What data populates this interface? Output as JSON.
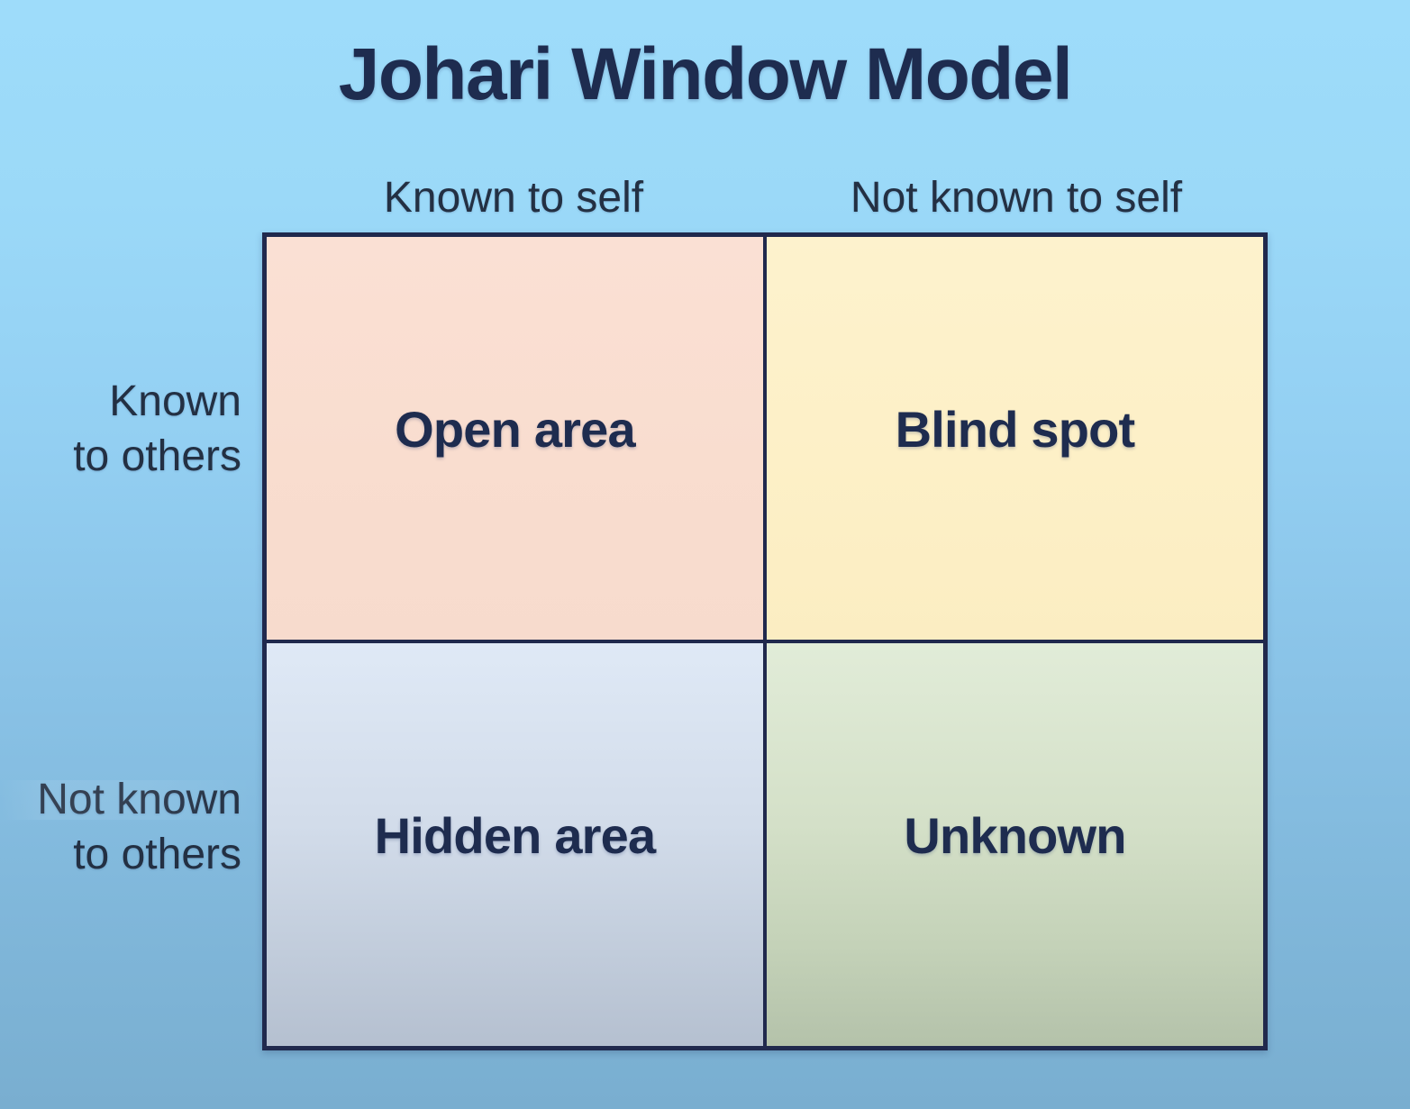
{
  "title": "Johari Window Model",
  "colors": {
    "background_top": "#9edcfa",
    "background_bottom": "#79aed0",
    "border": "#20294d",
    "text_navy": "#1e2c4f",
    "label_text": "#233043",
    "open_area_fill": "#f9ddcf",
    "blind_spot_fill": "#fdf0c7",
    "hidden_area_fill": "#d2dcea",
    "unknown_fill": "#d4e0c8"
  },
  "axes": {
    "columns": [
      {
        "label": "Known to self"
      },
      {
        "label": "Not known to self"
      }
    ],
    "rows": [
      {
        "line1": "Known",
        "line2": "to others"
      },
      {
        "line1": "Not known",
        "line2": "to others"
      }
    ]
  },
  "quadrants": [
    {
      "key": "open-area",
      "label": "Open area",
      "column": "Known to self",
      "row": "Known to others"
    },
    {
      "key": "blind-spot",
      "label": "Blind spot",
      "column": "Not known to self",
      "row": "Known to others"
    },
    {
      "key": "hidden-area",
      "label": "Hidden area",
      "column": "Known to self",
      "row": "Not known to others"
    },
    {
      "key": "unknown",
      "label": "Unknown",
      "column": "Not known to self",
      "row": "Not known to others"
    }
  ]
}
